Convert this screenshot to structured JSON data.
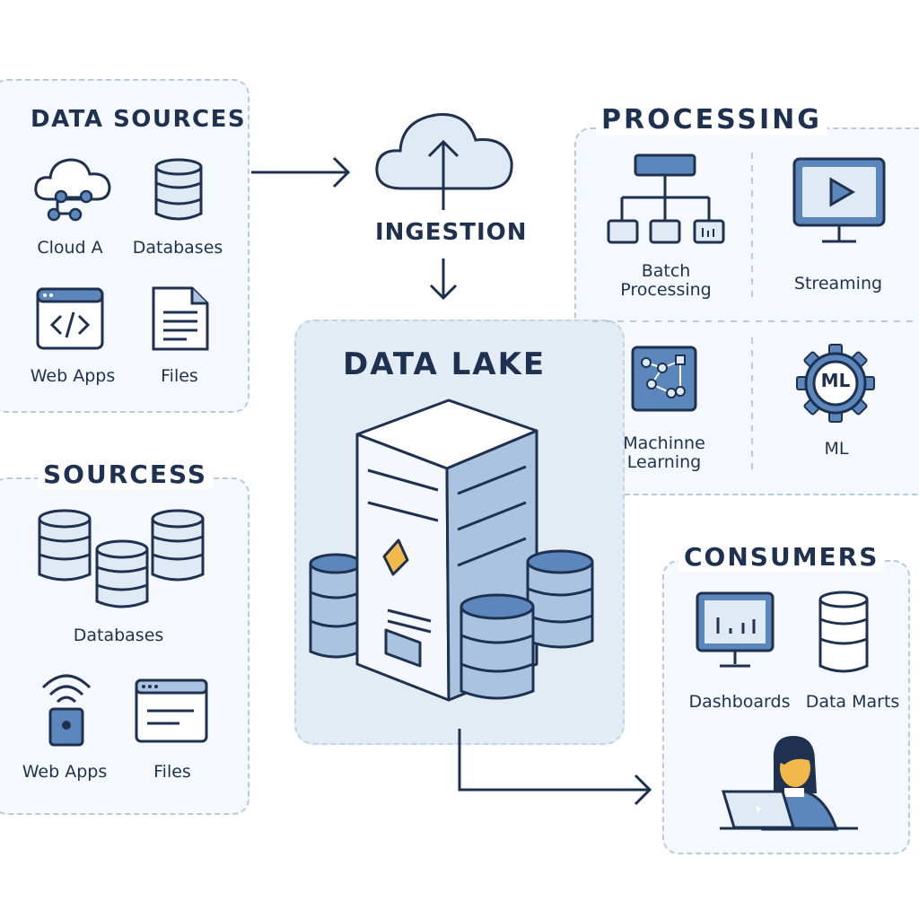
{
  "data_sources": {
    "title": "DATA SOURCES",
    "items": [
      {
        "label": "Cloud A",
        "icon": "cloud-network-icon"
      },
      {
        "label": "Databases",
        "icon": "database-icon"
      },
      {
        "label": "Web Apps",
        "icon": "code-window-icon"
      },
      {
        "label": "Files",
        "icon": "file-icon"
      }
    ]
  },
  "ingestion": {
    "title": "INGESTION",
    "icon": "cloud-upload-icon"
  },
  "processing": {
    "title": "PROCESSING",
    "items": [
      {
        "label": "Batch\nProcessing",
        "icon": "hierarchy-icon"
      },
      {
        "label": "Streaming",
        "icon": "monitor-play-icon"
      },
      {
        "label": "Machinne\nLearning",
        "icon": "neural-board-icon"
      },
      {
        "label": "ML",
        "icon": "gear-ml-icon",
        "badge": "ML"
      }
    ]
  },
  "data_lake": {
    "title": "DATA LAKE",
    "icon": "server-with-databases-icon"
  },
  "sourcess": {
    "title": "SOURCESS",
    "items": [
      {
        "label": "Databases",
        "icon": "database-cluster-icon"
      },
      {
        "label": "Web Apps",
        "icon": "wifi-device-icon"
      },
      {
        "label": "Files",
        "icon": "browser-window-icon"
      }
    ]
  },
  "consumers": {
    "title": "CONSUMERS",
    "items": [
      {
        "label": "Dashboards",
        "icon": "monitor-chart-icon"
      },
      {
        "label": "Data Marts",
        "icon": "database-icon"
      },
      {
        "label": "",
        "icon": "person-laptop-icon"
      }
    ]
  },
  "colors": {
    "ink": "#1e3150",
    "accent": "#5b87bd",
    "light_fill": "#e0eaf5",
    "mid_fill": "#aac4e0",
    "panel_border": "#b8cadc",
    "highlight": "#f2b84b"
  }
}
